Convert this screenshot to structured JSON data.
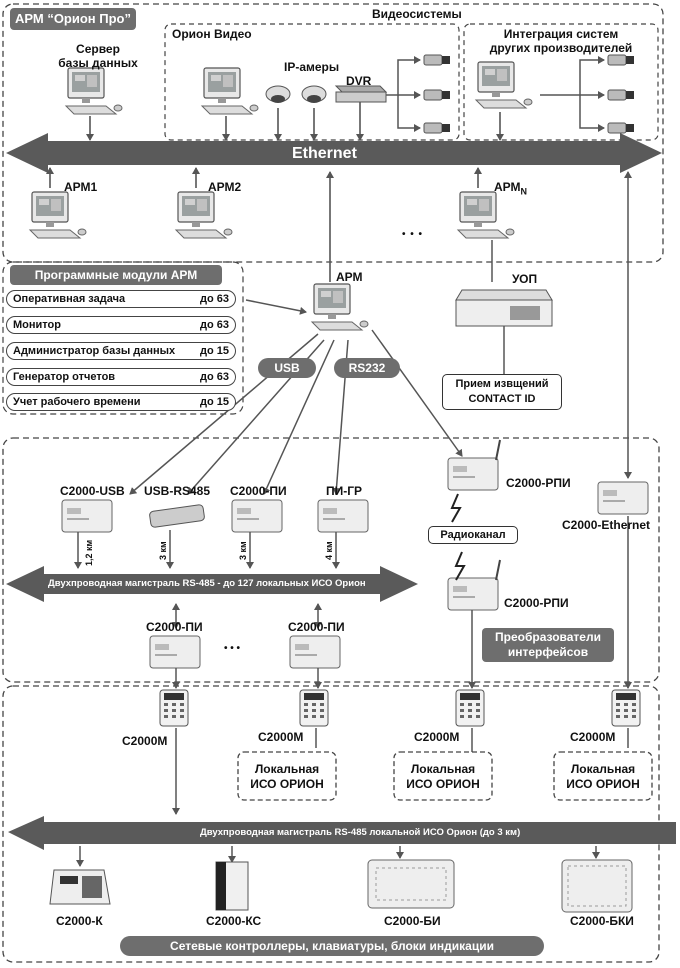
{
  "title_badge": "АРМ “Орион Про”",
  "sections": {
    "video_systems": "Видеосистемы",
    "orion_video": "Орион Видео",
    "third_party_line1": "Интеграция систем",
    "third_party_line2": "других производителей",
    "software_modules": "Программные модули АРМ",
    "interface_converters_line1": "Преобразователи",
    "interface_converters_line2": "интерфейсов",
    "network_controllers": "Сетевые контроллеры, клавиатуры, блоки индикации"
  },
  "labels": {
    "db_server_line1": "Сервер",
    "db_server_line2": "базы данных",
    "ip_cameras": "IP-амеры",
    "dvr": "DVR",
    "ethernet": "Ethernet",
    "arm1": "АРМ1",
    "arm2": "АРМ2",
    "armn": "АРМ",
    "armn_sub": "N",
    "dots": "• • •",
    "arm": "АРМ",
    "uop": "УОП",
    "contact_id_line1": "Прием извщений",
    "contact_id_line2": "CONTACT ID",
    "usb": "USB",
    "rs232": "RS232",
    "radio_channel": "Радиоканал",
    "s2000_rpi_top": "С2000-РПИ",
    "s2000_rpi_bottom": "С2000-РПИ",
    "s2000_ethernet": "С2000-Ethernet",
    "s2000_usb": "С2000-USB",
    "usb_rs485": "USB-RS485",
    "s2000_pi": "С2000-ПИ",
    "pi_gr": "ПИ-ГР",
    "dist_1": "1,2 км",
    "dist_2": "3 км",
    "dist_3": "3 км",
    "dist_4": "4 км",
    "rs485_trunk": "Двухпроводная магистраль RS-485 - до 127 локальных ИСО Орион",
    "s2000_pi_a": "С2000-ПИ",
    "s2000_pi_b": "С2000-ПИ",
    "dots2": "• • •",
    "s2000m_1": "С2000М",
    "s2000m_2": "С2000М",
    "s2000m_3": "С2000М",
    "s2000m_4": "С2000М",
    "local_iso_line1": "Локальная",
    "local_iso_line2": "ИСО ОРИОН",
    "rs485_local": "Двухпроводная магистраль RS-485  локальной ИСО Орион (до 3 км)",
    "s2000_k": "С2000-К",
    "s2000_ks": "С2000-КС",
    "s2000_bi": "С2000-БИ",
    "s2000_bki": "С2000-БКИ"
  },
  "modules": [
    {
      "name": "Оперативная задача",
      "count": "до 63"
    },
    {
      "name": "Монитор",
      "count": "до 63"
    },
    {
      "name": "Администратор базы данных",
      "count": "до 15"
    },
    {
      "name": "Генератор отчетов",
      "count": "до 63"
    },
    {
      "name": "Учет рабочего времени",
      "count": "до 15"
    }
  ],
  "colors": {
    "badge": "#6e6e6e",
    "bus": "#5a5a5a",
    "line": "#555555"
  }
}
